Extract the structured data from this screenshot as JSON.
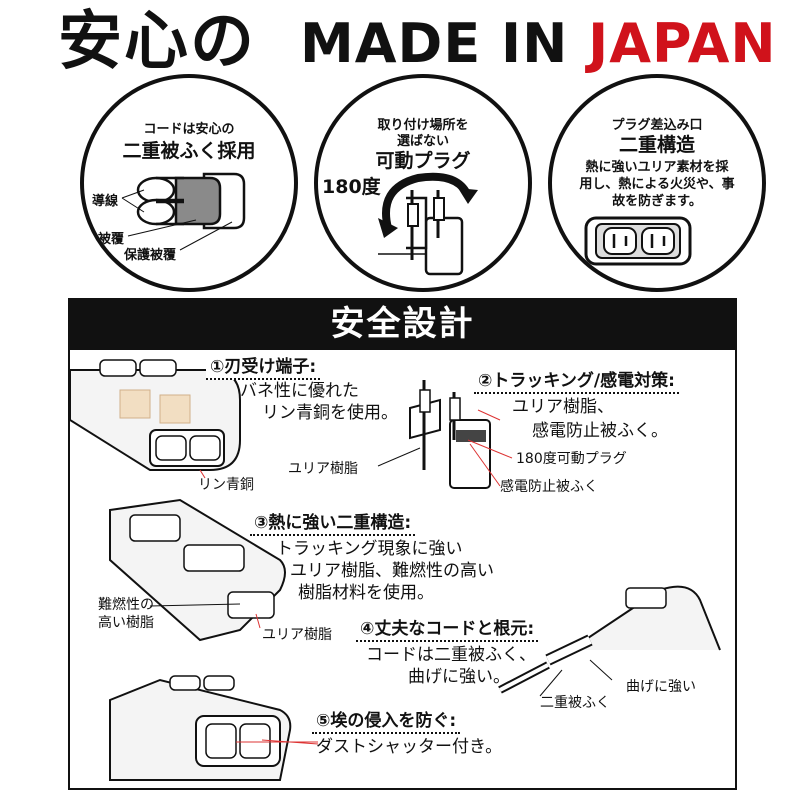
{
  "header": {
    "title_jp": "安心の",
    "title_en_black": "MADE IN ",
    "title_en_red": "JAPAN",
    "red_color": "#d0121b"
  },
  "circles": {
    "cord": {
      "title_line1": "コードは安心の",
      "title_line2": "二重被ふく採用",
      "label_wire": "導線",
      "label_cover": "被覆",
      "label_protect": "保護被覆"
    },
    "plug": {
      "line1": "取り付け場所を",
      "line2": "選ばない",
      "line3": "可動プラグ",
      "degree": "180度"
    },
    "structure": {
      "line1": "プラグ差込み口",
      "line2": "二重構造",
      "line3": "熱に強いユリア素材を採",
      "line4": "用し、熱による火災や、事",
      "line5": "故を防ぎます。"
    }
  },
  "panel": {
    "title": "安全設計",
    "s1": {
      "heading": "①刃受け端子:",
      "body1": "バネ性に優れた",
      "body2": "リン青銅を使用。",
      "note": "リン青銅"
    },
    "s2": {
      "heading": "②トラッキング/感電対策:",
      "body1": "ユリア樹脂、",
      "body2": "感電防止被ふく。",
      "note_resin": "ユリア樹脂",
      "note_plug": "180度可動プラグ",
      "note_cover": "感電防止被ふく"
    },
    "s3": {
      "heading": "③熱に強い二重構造:",
      "body1": "トラッキング現象に強い",
      "body2": "ユリア樹脂、難燃性の高い",
      "body3": "樹脂材料を使用。",
      "note_left1": "難燃性の",
      "note_left2": "高い樹脂",
      "note_resin": "ユリア樹脂"
    },
    "s4": {
      "heading": "④丈夫なコードと根元:",
      "body1": "コードは二重被ふく、",
      "body2": "曲げに強い。",
      "note_bend": "曲げに強い",
      "note_double": "二重被ふく"
    },
    "s5": {
      "heading": "⑤埃の侵入を防ぐ:",
      "body1": "ダストシャッター付き。"
    }
  }
}
